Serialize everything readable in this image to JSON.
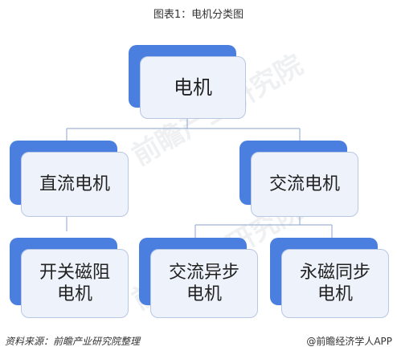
{
  "title": "图表1：电机分类图",
  "nodes": {
    "root": "电机",
    "dc": "直流电机",
    "ac": "交流电机",
    "switched_reluctance": "开关磁阻\n电机",
    "ac_async": "交流异步\n电机",
    "pm_sync": "永磁同步\n电机"
  },
  "watermark": "前瞻产业研究院",
  "footer": {
    "source": "资料来源：前瞻产业研究院整理",
    "brand": "@前瞻经济学人APP"
  },
  "colors": {
    "shadow": "#4a7fe0",
    "box_fill": "#edf2fb",
    "connector": "#9fb3d8"
  }
}
